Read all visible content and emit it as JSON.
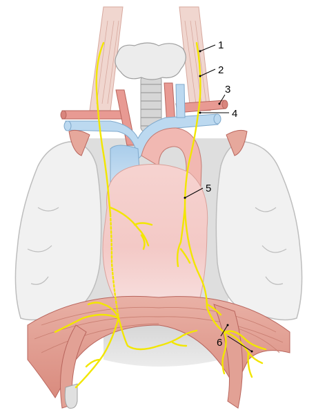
{
  "labels": [
    {
      "id": "label-1",
      "text": "1"
    },
    {
      "id": "label-2",
      "text": "2"
    },
    {
      "id": "label-3",
      "text": "3"
    },
    {
      "id": "label-4",
      "text": "4"
    },
    {
      "id": "label-5",
      "text": "5"
    },
    {
      "id": "label-6",
      "text": "6"
    }
  ],
  "colors": {
    "lung": "#f0f0f0",
    "lung_stroke": "#bdbdbd",
    "nerve": "#f2e600",
    "nerve_stroke": "#c8b800",
    "vein": "#bcd9f0",
    "artery": "#e89a93",
    "heart": "#f3c9c6",
    "muscle": "#e6a89c",
    "diaphragm": "#e2a195",
    "trachea": "#d4d4d4",
    "thyroid": "#e8e8e8",
    "mediastinum": "#dcdcdc"
  }
}
